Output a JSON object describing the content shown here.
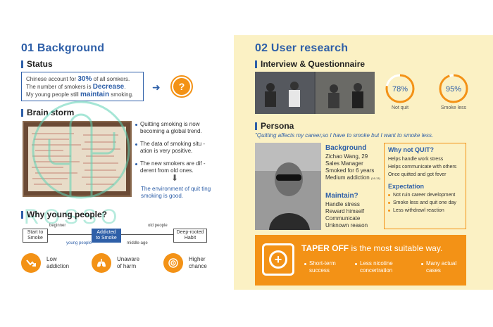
{
  "left": {
    "title": "01 Background",
    "status": {
      "heading": "Status",
      "line1_a": "Chinese account for ",
      "line1_b": "30%",
      "line1_c": " of  all somkers.",
      "line2_a": "The number of smokers is ",
      "line2_b": "Decrease",
      "line2_c": ".",
      "line3_a": "My young people still ",
      "line3_b": "maintain",
      "line3_c": " smoking.",
      "question_mark": "?"
    },
    "brainstorm": {
      "heading": "Brain storm",
      "bullets": [
        "Quitting smoking is now becoming a global trend.",
        "The data of smoking situ -ation is very positive.",
        "The new smokers are dif -derent from old ones."
      ],
      "conclusion": "The environment of quit ting smoking is good."
    },
    "why": {
      "heading": "Why young people?",
      "timeline": {
        "start": "Start to Smoke",
        "beginner": "beginner",
        "young": "young people",
        "addicted": "Addicted to Smoke",
        "middle": "middle-age",
        "old": "old people",
        "end": "Deep-rooted Habit"
      },
      "factors": [
        {
          "icon": "trend-down-icon",
          "label": "Low addiction"
        },
        {
          "icon": "lungs-icon",
          "label": "Unaware of harm"
        },
        {
          "icon": "target-icon",
          "label": "Higher chance"
        }
      ]
    },
    "watermark": "ROSSO"
  },
  "right": {
    "title": "02 User research",
    "interview": {
      "heading": "Interview & Questionnaire",
      "stats": [
        {
          "value": "78%",
          "label": "Not quit",
          "fraction": 0.78
        },
        {
          "value": "95%",
          "label": "Smoke less",
          "fraction": 0.95
        }
      ]
    },
    "persona": {
      "heading": "Persona",
      "quote": "\"Quitting affects my career,so I have to smoke but I want to smoke less.",
      "background": {
        "title": "Background",
        "lines": [
          "Zichao Wang, 29",
          "Sales Manager",
          "Smoked for 6 years",
          "Medium addiction"
        ],
        "note": "(16-13)"
      },
      "maintain": {
        "title": "Maintain?",
        "lines": [
          "Handle stress",
          "Reward himself",
          "Communicate",
          "Unknown reason"
        ]
      },
      "why_not": {
        "title": "Why not QUIT?",
        "lines": [
          "Helps handle work stress",
          "Helps communicate with others",
          "Once quitted and got fever"
        ]
      },
      "expectation": {
        "title": "Expectation",
        "lines": [
          "Not ruin career development",
          "Smoke less and quit one day",
          "Less withdrawl reaction"
        ]
      }
    },
    "taper": {
      "headline_a": "TAPER OFF",
      "headline_b": " is the most suitable way.",
      "points": [
        "Short-term success",
        "Less nicotine concertration",
        "Many actual cases"
      ]
    }
  },
  "colors": {
    "blue": "#2e5fa8",
    "orange": "#f39216",
    "panel": "#fbf1c4"
  }
}
